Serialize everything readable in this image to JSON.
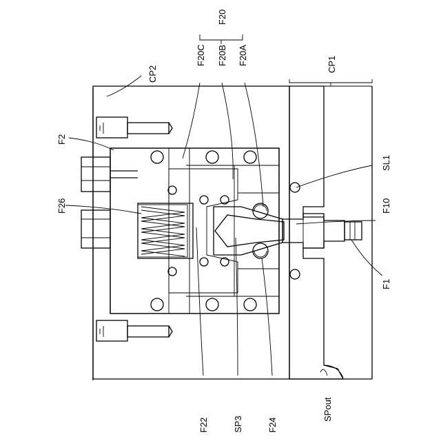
{
  "labels": {
    "F2": "F2",
    "F26": "F26",
    "CP2": "CP2",
    "F20C": "F20C",
    "F20B": "F20B",
    "F20A": "F20A",
    "F20": "F20",
    "CP1": "CP1",
    "SL1": "SL1",
    "F10": "F10",
    "F1": "F1",
    "F22": "F22",
    "SP3": "SP3",
    "F24": "F24",
    "SPout": "SPout"
  }
}
